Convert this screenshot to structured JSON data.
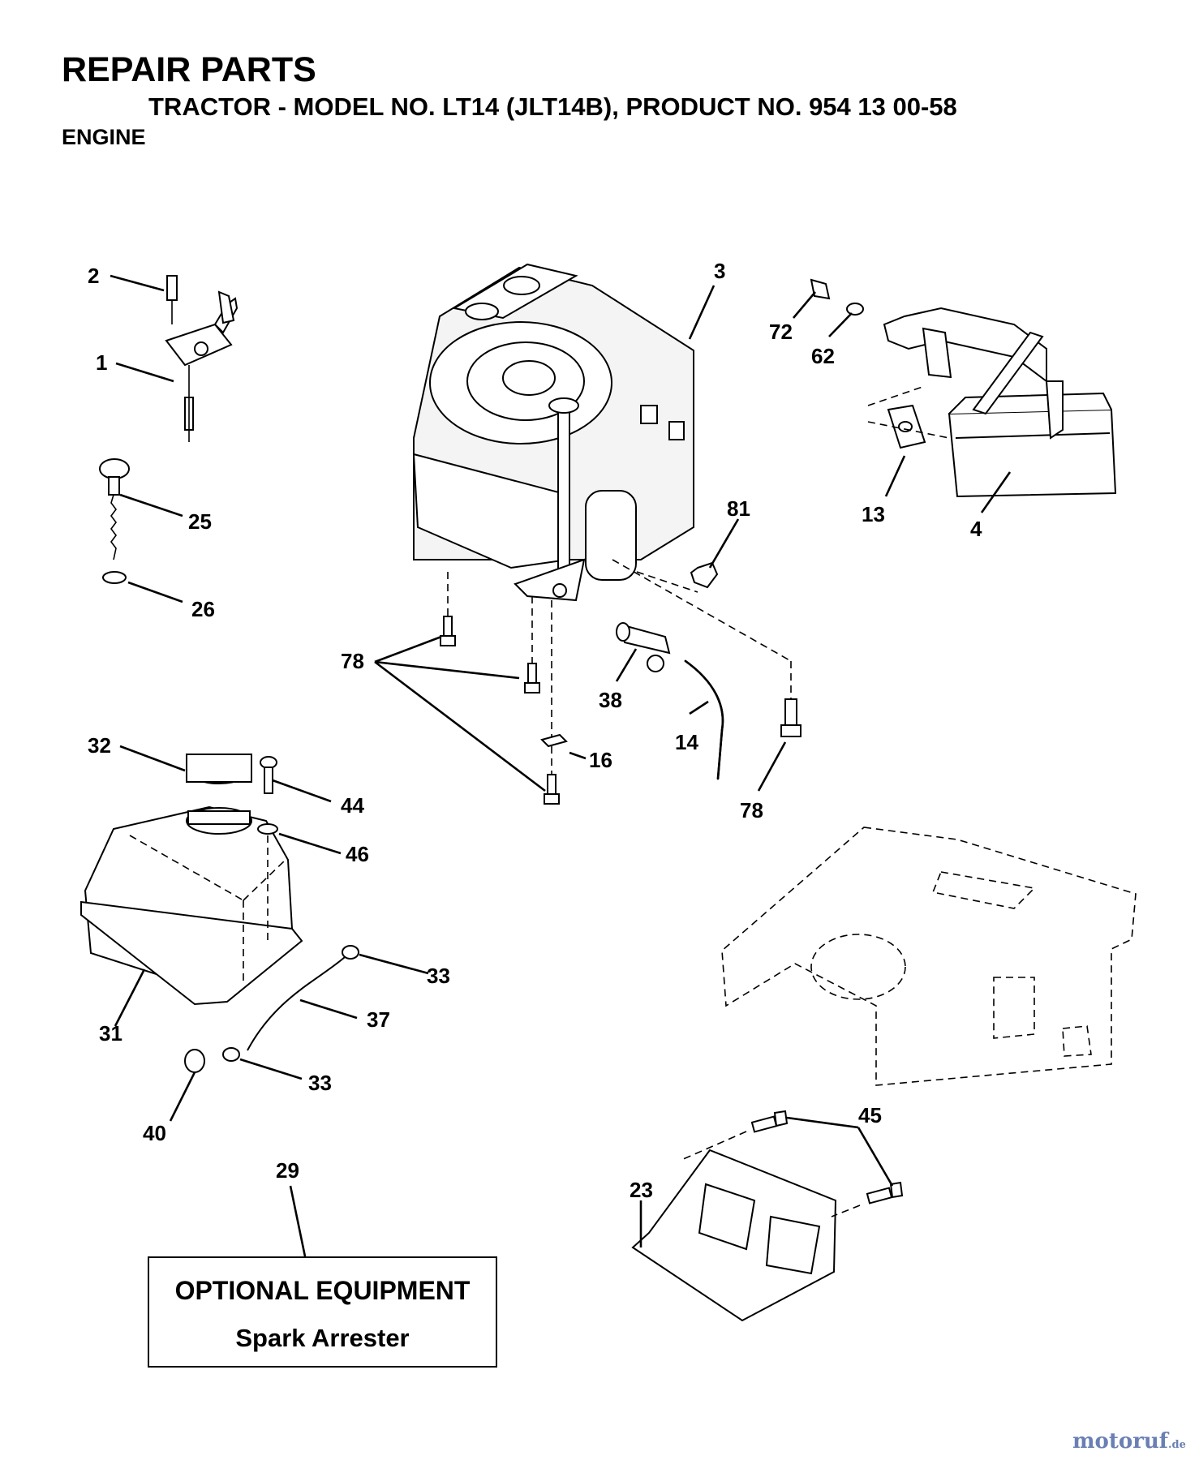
{
  "header": {
    "title": "REPAIR PARTS",
    "subtitle": "TRACTOR - MODEL NO. LT14 (JLT14B), PRODUCT NO. 954 13 00-58",
    "section": "ENGINE"
  },
  "callouts": {
    "c1": "1",
    "c2": "2",
    "c3": "3",
    "c4": "4",
    "c13": "13",
    "c14": "14",
    "c16": "16",
    "c23": "23",
    "c25": "25",
    "c26": "26",
    "c29": "29",
    "c31": "31",
    "c32": "32",
    "c33a": "33",
    "c33b": "33",
    "c37": "37",
    "c38": "38",
    "c40": "40",
    "c44": "44",
    "c45": "45",
    "c46": "46",
    "c62": "62",
    "c72": "72",
    "c78a": "78",
    "c78b": "78",
    "c81": "81"
  },
  "optional_box": {
    "line1": "OPTIONAL EQUIPMENT",
    "line2": "Spark Arrester"
  },
  "watermark": {
    "brand": "motoruf",
    "tld": ".de"
  }
}
